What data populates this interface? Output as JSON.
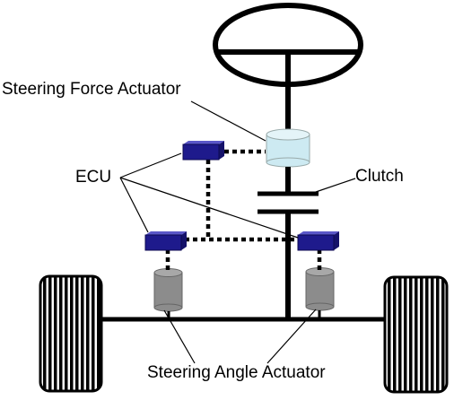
{
  "labels": {
    "steering_force_actuator": "Steering Force Actuator",
    "ecu": "ECU",
    "clutch": "Clutch",
    "steering_angle_actuator": "Steering Angle Actuator"
  },
  "colors": {
    "ecu_box": "#1e1a8c",
    "ecu_box_top": "#5a57c8",
    "force_actuator": "#cdeaf2",
    "angle_actuator": "#8c8c8c",
    "line": "#000000"
  }
}
